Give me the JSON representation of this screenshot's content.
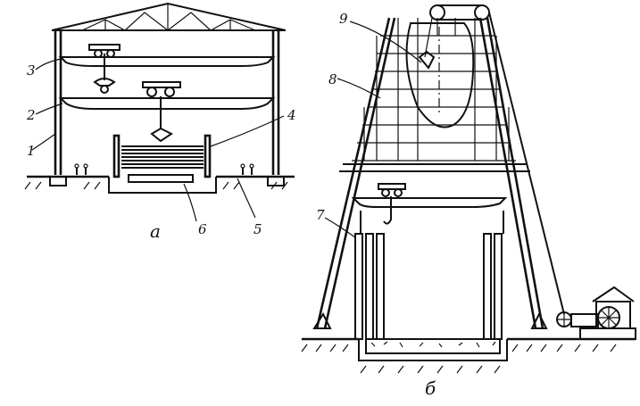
{
  "diagram": {
    "labels": {
      "l1": "1",
      "l2": "2",
      "l3": "3",
      "l4": "4",
      "l5": "5",
      "l6": "6",
      "l7": "7",
      "l8": "8",
      "l9": "9",
      "sub_a": "а",
      "sub_b": "б"
    }
  }
}
